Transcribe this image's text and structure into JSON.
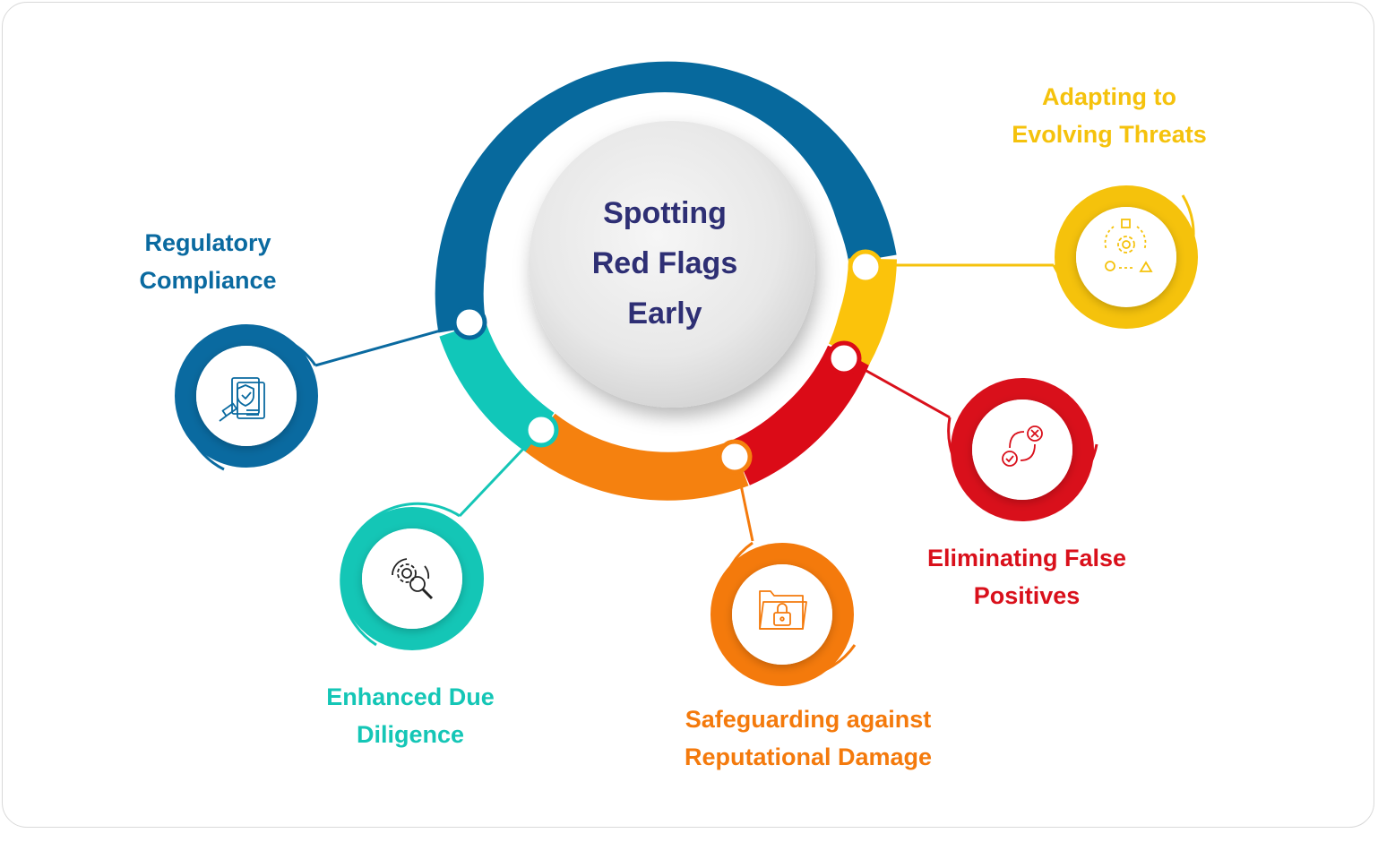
{
  "center": {
    "title_lines": [
      "Spotting",
      "Red Flags",
      "Early"
    ],
    "color": "#2e2f74"
  },
  "items": [
    {
      "key": "regulatory",
      "lines": [
        "Regulatory",
        "Compliance"
      ],
      "color": "#0a6aa0",
      "icon": "compliance-document-shield-icon"
    },
    {
      "key": "due-diligence",
      "lines": [
        "Enhanced Due",
        "Diligence"
      ],
      "color": "#14c6b6",
      "icon": "gear-magnifier-icon"
    },
    {
      "key": "reputational",
      "lines": [
        "Safeguarding against",
        "Reputational Damage"
      ],
      "color": "#f47a0c",
      "icon": "locked-folder-icon"
    },
    {
      "key": "false-positives",
      "lines": [
        "Eliminating False",
        "Positives"
      ],
      "color": "#d9101b",
      "icon": "check-cross-cycle-icon"
    },
    {
      "key": "threats",
      "lines": [
        "Adapting to",
        "Evolving Threats"
      ],
      "color": "#f5c20c",
      "icon": "adaptive-shapes-gear-icon"
    }
  ],
  "ring_colors": {
    "blue": "#07699d",
    "teal": "#11c7b9",
    "orange": "#f5810f",
    "red": "#db0b17",
    "yellow": "#fbc30b"
  }
}
